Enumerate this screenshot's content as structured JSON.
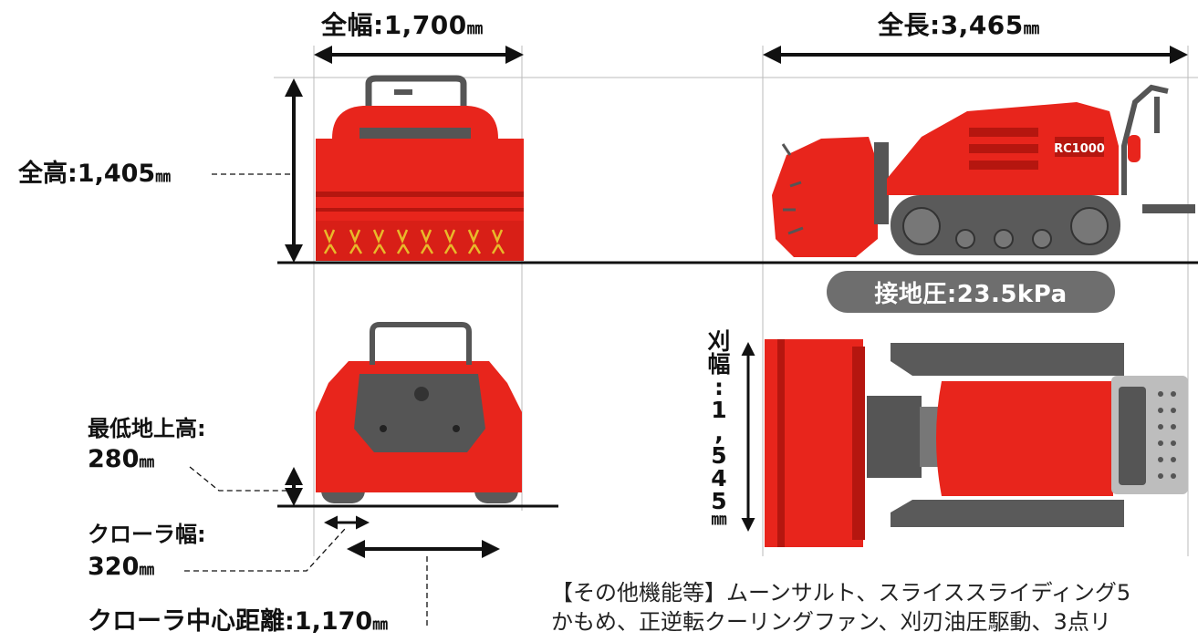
{
  "dimensions": {
    "width_label": "全幅:1,700",
    "length_label": "全長:3,465",
    "height_label": "全高:1,405",
    "unit": "㎜",
    "ground_pressure": "接地圧:23.5kPa",
    "cutting_width_chars": [
      "刈",
      "幅",
      ":",
      "1",
      ",",
      "5",
      "4",
      "5",
      "㎜"
    ],
    "clearance_title": "最低地上高:",
    "clearance_value": "280",
    "crawler_width_title": "クローラ幅:",
    "crawler_width_value": "320",
    "crawler_center_label": "クローラ中心距離:1,170"
  },
  "notes": {
    "line1": "【その他機能等】ムーンサルト、スライススライディング5",
    "line2": "かもめ、正逆転クーリングファン、刈刃油圧駆動、3点リ"
  },
  "machine_badge": "RC1000",
  "colors": {
    "body_red": "#e8251c",
    "dark_red": "#b5160f",
    "crawler_gray": "#5a5a5a",
    "badge_gray": "#6e6e6e",
    "blade_yellow": "#e8b92a"
  }
}
